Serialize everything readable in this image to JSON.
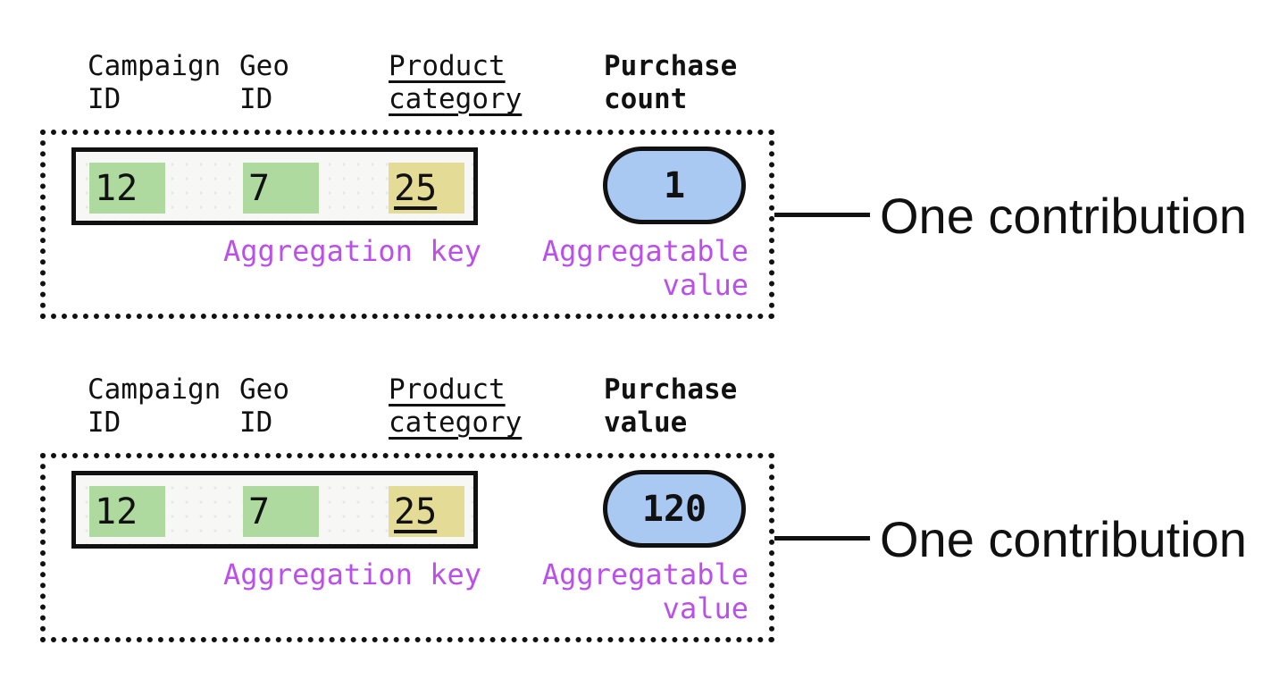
{
  "palette": {
    "ink": "#111111",
    "green": "#aeda9f",
    "yellow": "#e3db96",
    "blue": "#aac9f2",
    "purple": "#bb4fea",
    "row_bg": "#f7f7f5",
    "row_dot": "#e7e7e3"
  },
  "sections": [
    {
      "columns": [
        {
          "label": "Campaign\nID"
        },
        {
          "label": "Geo\nID"
        },
        {
          "label": "Product\ncategory"
        },
        {
          "label": "Purchase\ncount"
        }
      ],
      "key_cells": [
        {
          "value": "12",
          "highlight": "green"
        },
        {
          "value": "7",
          "highlight": "green"
        },
        {
          "value": "25",
          "highlight": "yellow",
          "underlined": true
        }
      ],
      "aggregatable_value": "1",
      "aggregation_key_label": "Aggregation key",
      "aggregatable_value_label": "Aggregatable\nvalue",
      "contribution_label": "One contribution"
    },
    {
      "columns": [
        {
          "label": "Campaign\nID"
        },
        {
          "label": "Geo\nID"
        },
        {
          "label": "Product\ncategory"
        },
        {
          "label": "Purchase\nvalue"
        }
      ],
      "key_cells": [
        {
          "value": "12",
          "highlight": "green"
        },
        {
          "value": "7",
          "highlight": "green"
        },
        {
          "value": "25",
          "highlight": "yellow",
          "underlined": true
        }
      ],
      "aggregatable_value": "120",
      "aggregation_key_label": "Aggregation key",
      "aggregatable_value_label": "Aggregatable\nvalue",
      "contribution_label": "One contribution"
    }
  ]
}
